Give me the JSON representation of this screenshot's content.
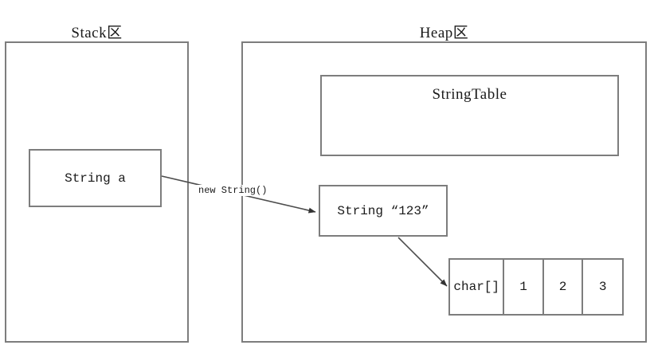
{
  "diagram": {
    "title_stack": "Stack区",
    "title_heap": "Heap区",
    "regions": [
      {
        "name": "stack",
        "label": "Stack区"
      },
      {
        "name": "heap",
        "label": "Heap区"
      }
    ],
    "nodes": {
      "string_table": "StringTable",
      "string_a": "String a",
      "string_literal": "String “123”"
    },
    "array": {
      "head": "char[]",
      "cells": [
        "1",
        "2",
        "3"
      ]
    },
    "edges": [
      {
        "from": "string_a",
        "to": "string_literal",
        "label": "new String()"
      },
      {
        "from": "string_literal",
        "to": "char_array",
        "label": ""
      }
    ],
    "colors": {
      "stroke": "#7d7d7d",
      "text": "#1a1a1a",
      "arrow": "#4d4d4d",
      "background": "#ffffff"
    }
  }
}
